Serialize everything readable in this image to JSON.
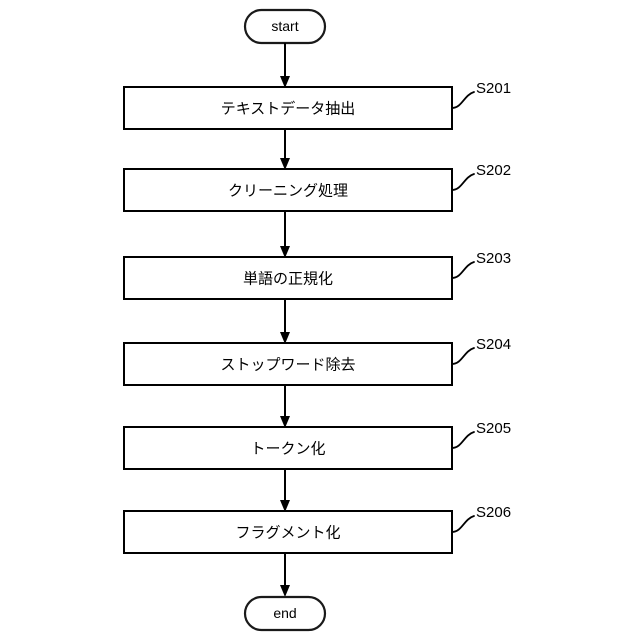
{
  "diagram": {
    "type": "flowchart",
    "orientation": "vertical",
    "background_color": "#ffffff",
    "line_color": "#000000",
    "start_node": {
      "label": "start",
      "shape": "stadium"
    },
    "end_node": {
      "label": "end",
      "shape": "stadium"
    },
    "steps": [
      {
        "ref": "S201",
        "label": "テキストデータ抽出"
      },
      {
        "ref": "S202",
        "label": "クリーニング処理"
      },
      {
        "ref": "S203",
        "label": "単語の正規化"
      },
      {
        "ref": "S204",
        "label": "ストップワード除去"
      },
      {
        "ref": "S205",
        "label": "トークン化"
      },
      {
        "ref": "S206",
        "label": "フラグメント化"
      }
    ]
  }
}
